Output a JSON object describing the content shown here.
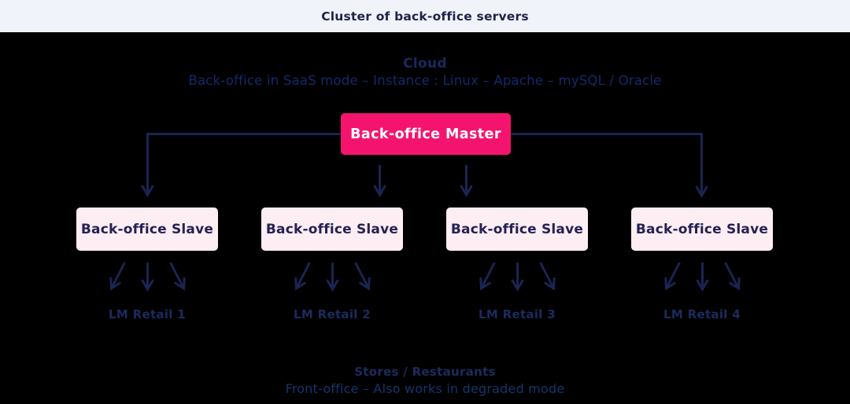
{
  "header": {
    "title": "Cluster of back-office servers"
  },
  "cloud": {
    "heading": "Cloud",
    "subtitle": "Back-office in SaaS mode – Instance : Linux – Apache – mySQL / Oracle"
  },
  "master": {
    "label": "Back-office Master"
  },
  "slaves": [
    {
      "label": "Back-office Slave",
      "retail": "LM Retail 1"
    },
    {
      "label": "Back-office Slave",
      "retail": "LM Retail 2"
    },
    {
      "label": "Back-office Slave",
      "retail": "LM Retail 3"
    },
    {
      "label": "Back-office Slave",
      "retail": "LM Retail 4"
    }
  ],
  "footer": {
    "heading": "Stores / Restaurants",
    "subtitle": "Front-office – Also works in degraded mode"
  },
  "colors": {
    "header_bg": "#f1f3fb",
    "page_bg": "#000000",
    "master_bg": "#f4146e",
    "slave_bg": "#fdeef4",
    "line": "#1b2452",
    "navy_text": "#1c2b5e"
  }
}
